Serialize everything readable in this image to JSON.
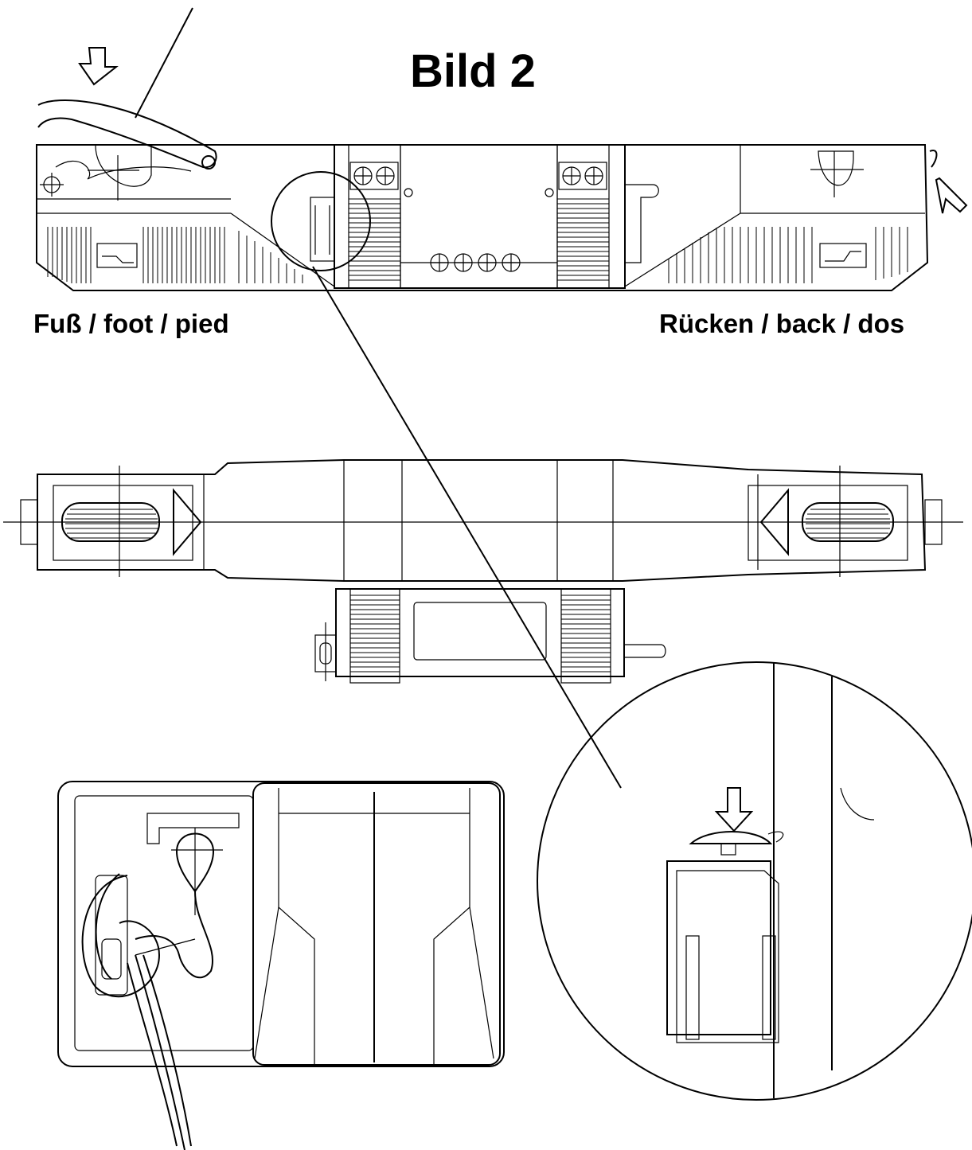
{
  "figure": {
    "title": "Bild 2",
    "foot_label": "Fuß / foot / pied",
    "back_label": "Rücken / back / dos"
  },
  "views": [
    {
      "id": "side-view"
    },
    {
      "id": "top-view"
    },
    {
      "id": "underside-detail"
    },
    {
      "id": "battery-compartment-detail"
    }
  ]
}
